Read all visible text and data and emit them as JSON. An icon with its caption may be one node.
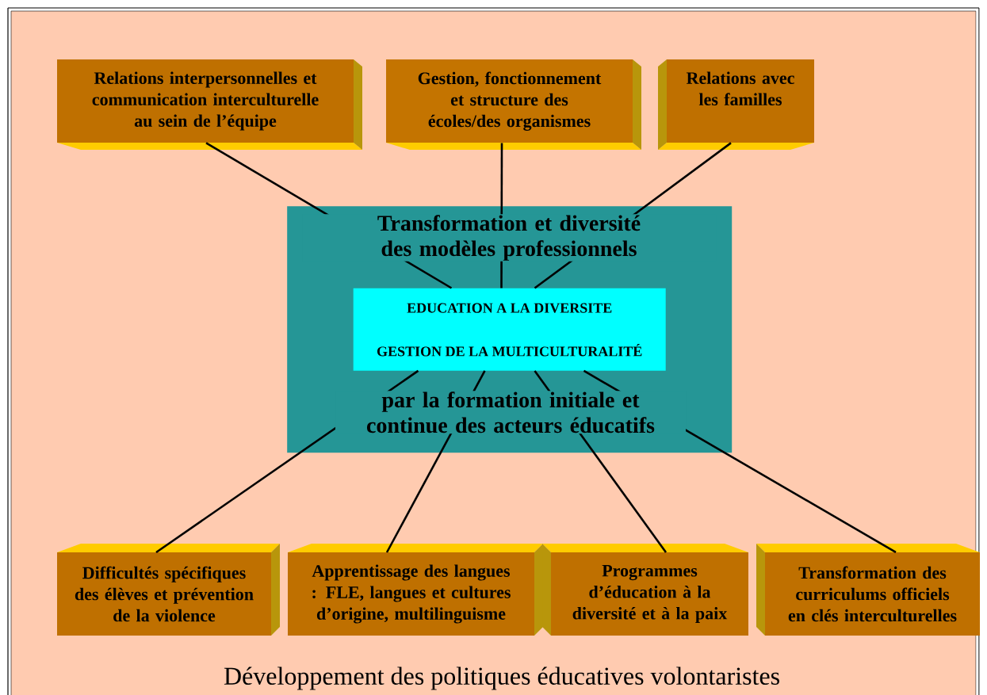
{
  "diagram": {
    "caption": "Développement des politiques éducatives volontaristes",
    "nodes": [
      {
        "text": [
          "Transformation et diversité des modèles professionnels",
          "par la formation initiale et continue des acteurs éducatifs"
        ]
      },
      {
        "text": [
          "EDUCATION A LA DIVERSITE",
          "GESTION DE LA MULTICULTURALITÉ"
        ],
        "in": 0
      },
      {
        "text": [
          "Relations interpersonnelles et communication interculturelle au sein de l’équipe"
        ]
      },
      {
        "text": [
          "Gestion, fonctionnement et structure des écoles/des organismes"
        ]
      },
      {
        "text": [
          "Relations avec les familles"
        ]
      },
      {
        "text": [
          "Difficultés spécifiques des élèves et prévention de la violence"
        ]
      },
      {
        "text": [
          "Apprentissage des langues : FLE, langues et cultures d’origine, multilinguisme"
        ]
      },
      {
        "text": [
          "Programmes d’éducation à la diversité et à la paix"
        ]
      },
      {
        "text": [
          "Transformation des curriculums officiels en clés interculturelles"
        ]
      }
    ],
    "edges": [
      {
        "from": 2,
        "to": 1,
        "arrow": "none"
      },
      {
        "from": 3,
        "to": 1,
        "arrow": "none"
      },
      {
        "from": 4,
        "to": 1,
        "arrow": "none"
      },
      {
        "from": 1,
        "to": 5,
        "arrow": "none"
      },
      {
        "from": 1,
        "to": 6,
        "arrow": "none"
      },
      {
        "from": 1,
        "to": 7,
        "arrow": "none"
      },
      {
        "from": 1,
        "to": 8,
        "arrow": "none"
      }
    ]
  }
}
